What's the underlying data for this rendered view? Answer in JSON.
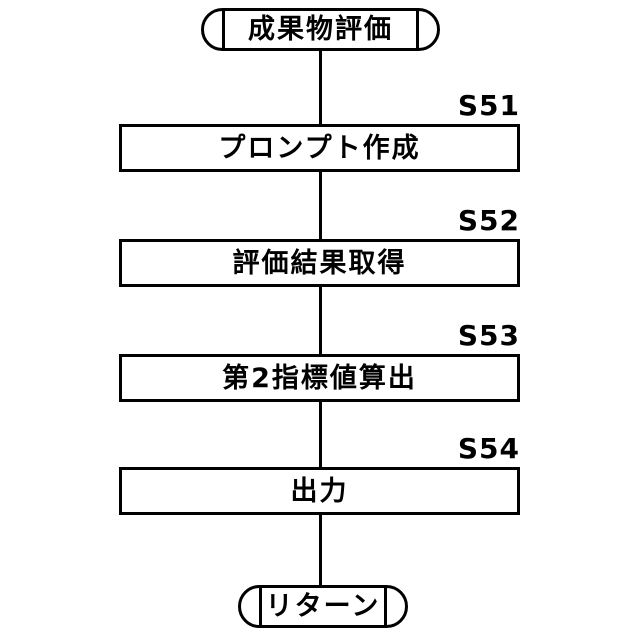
{
  "diagram": {
    "type": "flowchart",
    "orientation": "vertical",
    "language": "ja",
    "background_color": "#ffffff",
    "line_color": "#000000",
    "start_terminal": {
      "shape": "stadium",
      "label": "成果物評価"
    },
    "end_terminal": {
      "shape": "stadium",
      "label": "リターン"
    },
    "steps": [
      {
        "id": "S51",
        "label": "プロンプト作成"
      },
      {
        "id": "S52",
        "label": "評価結果取得"
      },
      {
        "id": "S53",
        "label": "第2指標値算出"
      },
      {
        "id": "S54",
        "label": "出力"
      }
    ]
  }
}
